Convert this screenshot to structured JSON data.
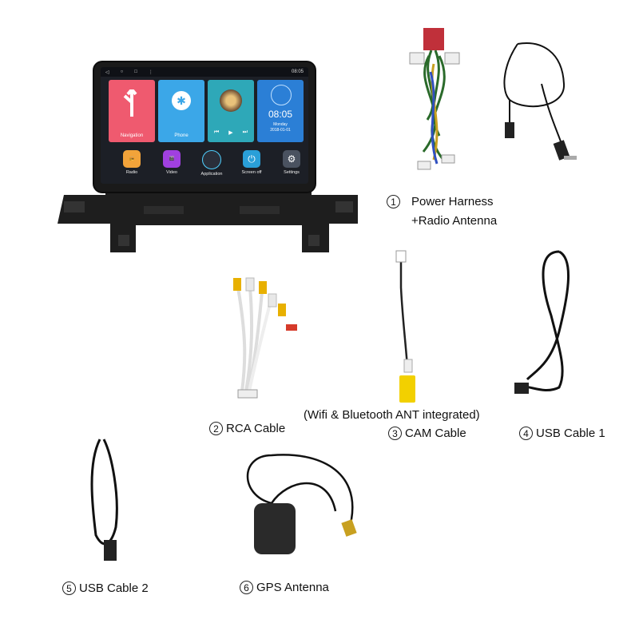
{
  "screen": {
    "status_time": "08:05",
    "tiles": [
      {
        "label": "Navigation",
        "color": "#ef5a6f"
      },
      {
        "label": "Phone",
        "color": "#3ba7e8"
      },
      {
        "label": "",
        "color": "#2ea8b8"
      },
      {
        "label": "Monday",
        "color": "#2b7fd6"
      }
    ],
    "clock_time": "08:05",
    "clock_date": "2018-01-01",
    "apps": [
      {
        "label": "Radio",
        "color": "#f2a33a"
      },
      {
        "label": "Video",
        "color": "#a040e0"
      },
      {
        "label": "Application",
        "color": "#2a2f3a"
      },
      {
        "label": "Screen off",
        "color": "#2a9fd8"
      },
      {
        "label": "Settings",
        "color": "#4a5260"
      }
    ]
  },
  "items": [
    {
      "num": "1",
      "line1": "Power Harness",
      "line2": "+Radio Antenna"
    },
    {
      "num": "2",
      "name": "RCA Cable"
    },
    {
      "num": "3",
      "name": "CAM Cable",
      "note": "(Wifi & Bluetooth ANT integrated)"
    },
    {
      "num": "4",
      "name": "USB Cable 1"
    },
    {
      "num": "5",
      "name": "USB Cable 2"
    },
    {
      "num": "6",
      "name": "GPS Antenna"
    }
  ]
}
